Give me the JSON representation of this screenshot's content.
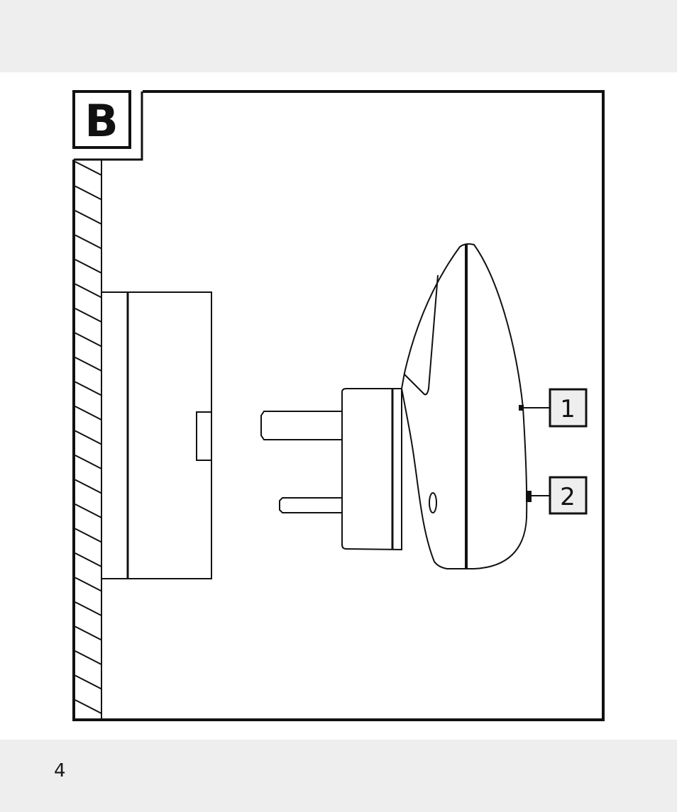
{
  "figure": {
    "section_label": "B",
    "callouts": [
      {
        "number": "1",
        "target": "led-indicator"
      },
      {
        "number": "2",
        "target": "button"
      }
    ]
  },
  "page": {
    "number": "4"
  },
  "colors": {
    "band": "#edeeed",
    "line": "#111111",
    "callout_fill": "#eeeeee"
  }
}
